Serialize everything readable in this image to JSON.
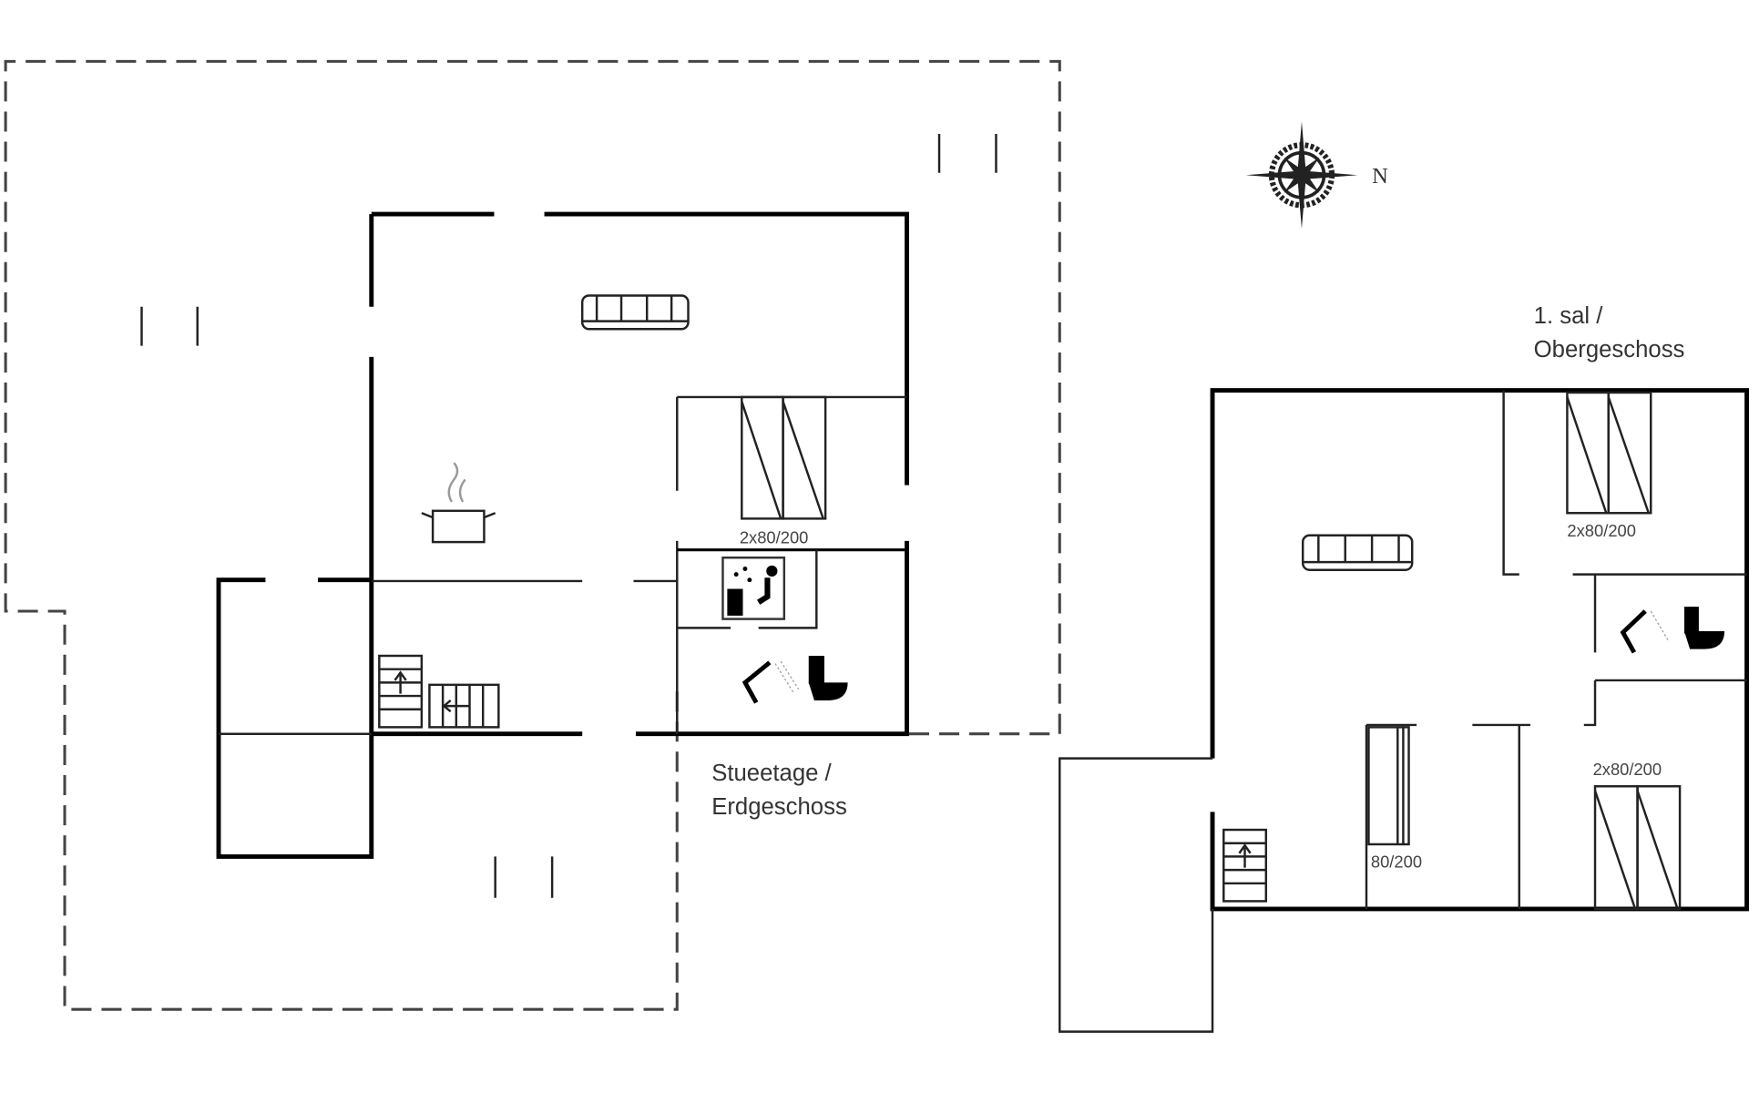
{
  "ground_floor": {
    "label_line1": "Stueetage /",
    "label_line2": "Erdgeschoss",
    "bed_label": "2x80/200"
  },
  "upper_floor": {
    "label_line1": "1. sal /",
    "label_line2": "Obergeschoss",
    "bed_label_top": "2x80/200",
    "bed_label_bottom": "2x80/200",
    "single_bed_label": "80/200"
  },
  "compass": {
    "north_label": "N"
  }
}
